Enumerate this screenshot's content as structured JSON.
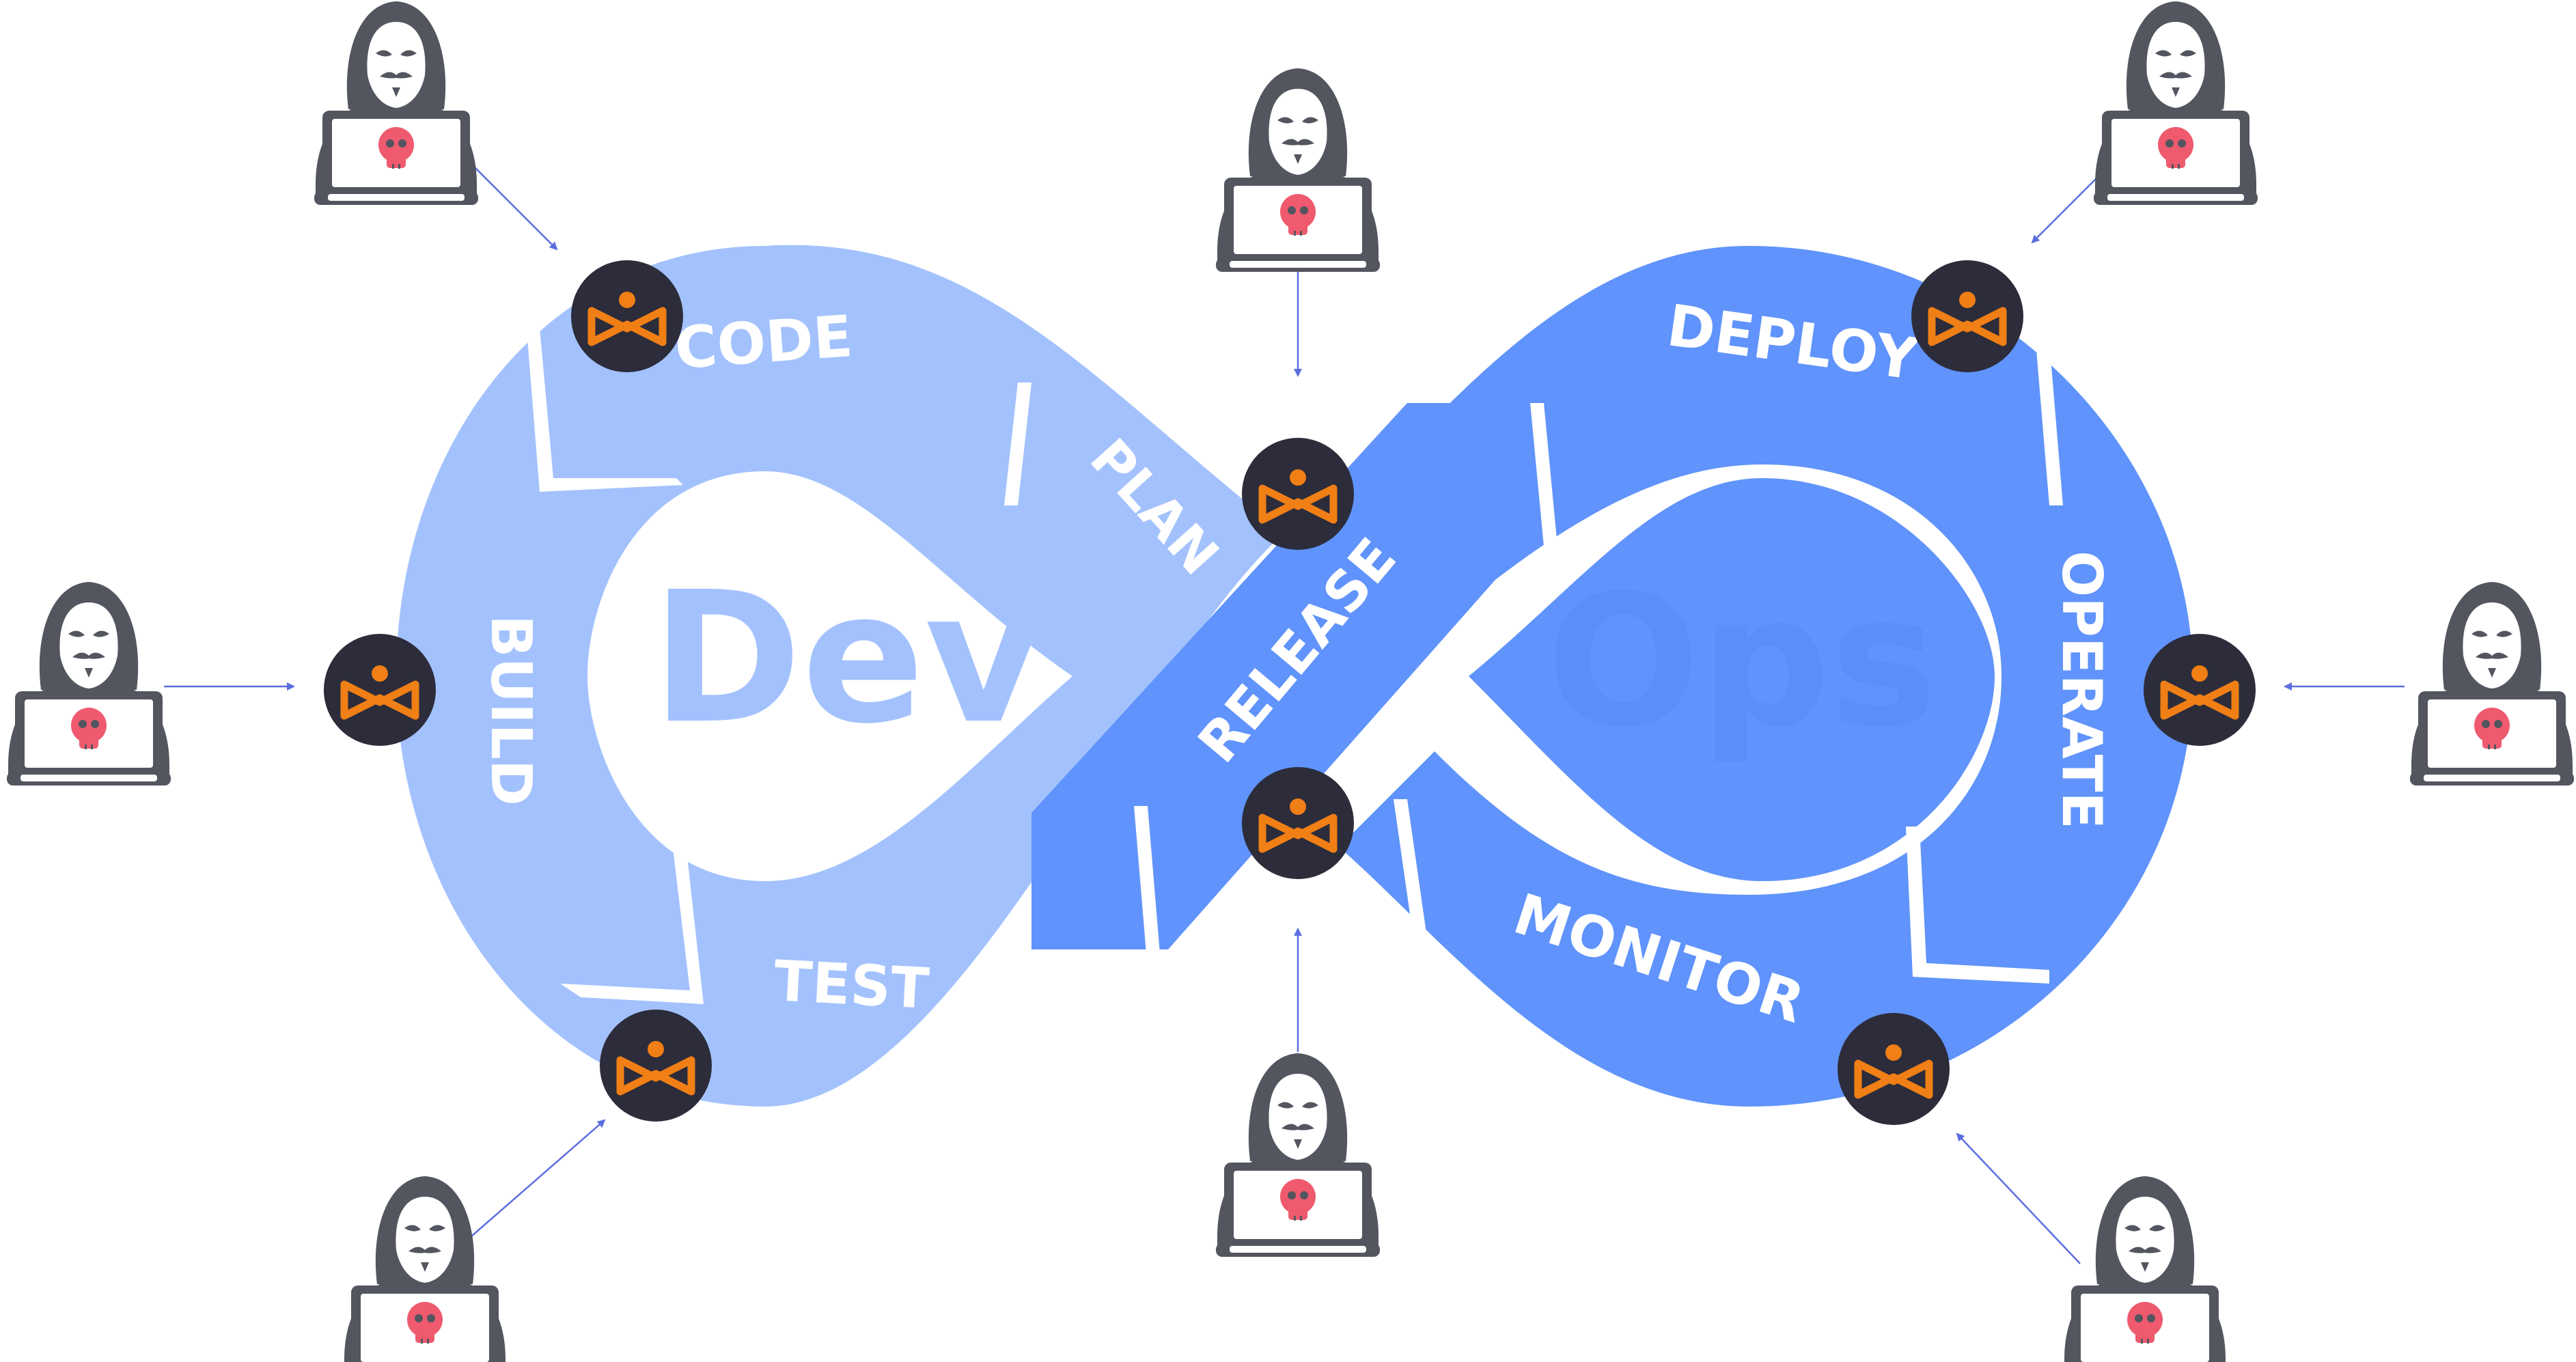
{
  "diagram": {
    "left_word": "Dev",
    "right_word": "Ops",
    "stages": {
      "code": "CODE",
      "plan": "PLAN",
      "build": "BUILD",
      "test": "TEST",
      "release": "RELEASE",
      "deploy": "DEPLOY",
      "operate": "OPERATE",
      "monitor": "MONITOR"
    },
    "colors": {
      "dev_loop": "#a3c2fd",
      "ops_loop": "#6093fb",
      "dev_word": "#a3c2fd",
      "ops_word": "#5b8ef8",
      "badge_bg": "#2c2c3a",
      "badge_accent": "#f07f16",
      "attack_line": "#5b6ee0",
      "skull": "#ef5a6f",
      "hacker_body": "#53555f"
    },
    "icons": {
      "attacker": "hooded-hacker-with-laptop-icon",
      "badge": "orange-bowtie-shield-icon"
    }
  }
}
